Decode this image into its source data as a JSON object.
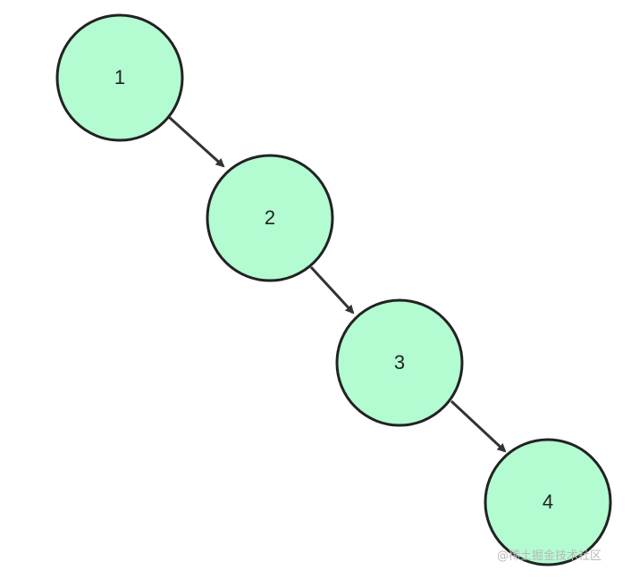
{
  "diagram": {
    "nodes": [
      {
        "id": "n1",
        "label": "1"
      },
      {
        "id": "n2",
        "label": "2"
      },
      {
        "id": "n3",
        "label": "3"
      },
      {
        "id": "n4",
        "label": "4"
      }
    ],
    "edges": [
      {
        "from": "n1",
        "to": "n2"
      },
      {
        "from": "n2",
        "to": "n3"
      },
      {
        "from": "n3",
        "to": "n4"
      }
    ]
  },
  "watermark": "@稀土掘金技术社区",
  "colors": {
    "node_fill": "#b3fbd1",
    "node_stroke": "#222222",
    "edge": "#333333"
  }
}
